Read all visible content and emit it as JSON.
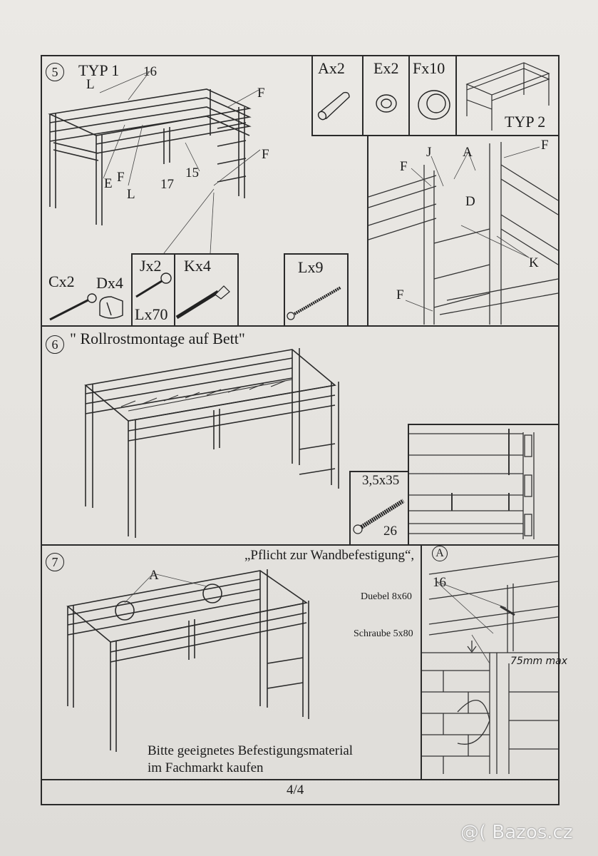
{
  "page": {
    "number": "4/4"
  },
  "step5": {
    "num": "5",
    "title": "TYP 1",
    "typ2": "TYP 2",
    "labels": {
      "n16": "16",
      "L": "L",
      "E": "E",
      "F": "F",
      "n17": "17",
      "n15": "15",
      "J": "J",
      "A": "A",
      "D": "D",
      "K": "K"
    },
    "parts_top": [
      {
        "label": "Ax2",
        "icon": "dowel-icon"
      },
      {
        "label": "Ex2",
        "icon": "cap-icon"
      },
      {
        "label": "Fx10",
        "icon": "cover-cap-icon"
      }
    ],
    "parts_bottom": [
      {
        "label": "Cx2",
        "icon": "bolt-icon"
      },
      {
        "label": "Dx4",
        "icon": "barrel-nut-icon"
      },
      {
        "label": "Jx2",
        "icon": "short-bolt-icon"
      },
      {
        "label": "Lx70",
        "icon": ""
      },
      {
        "label": "Kx4",
        "icon": "screw-icon"
      },
      {
        "label": "Lx9",
        "icon": "long-screw-icon"
      }
    ]
  },
  "step6": {
    "num": "6",
    "title": "\" Rollrostmontage auf Bett\"",
    "screw_size": "3,5x35",
    "screw_count": "26"
  },
  "step7": {
    "num": "7",
    "title": "„Pflicht zur Wandbefestigung“,",
    "label_A": "A",
    "detail_label": "A",
    "n16": "16",
    "duebel": "Duebel 8x60",
    "schraube": "Schraube 5x80",
    "max": "75mm max",
    "note_line1": "Bitte geeignetes Befestigungsmaterial",
    "note_line2": "im Fachmarkt kaufen"
  },
  "watermark": "@( Bazos.cz"
}
